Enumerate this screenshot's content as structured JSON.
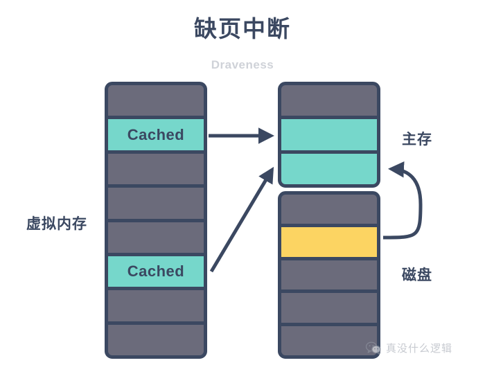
{
  "title": "缺页中断",
  "subtitle": "Draveness",
  "colors": {
    "ink": "#3b4861",
    "gray_block": "#6b6b7b",
    "teal_block": "#76d7cb",
    "yellow_block": "#fcd462",
    "subtitle_gray": "#cfd2d8",
    "background": "#ffffff"
  },
  "columns": {
    "virtual_memory": {
      "label": "虚拟内存",
      "cells": [
        {
          "text": "",
          "kind": "gray"
        },
        {
          "text": "Cached",
          "kind": "teal"
        },
        {
          "text": "",
          "kind": "gray"
        },
        {
          "text": "",
          "kind": "gray"
        },
        {
          "text": "",
          "kind": "gray"
        },
        {
          "text": "Cached",
          "kind": "teal"
        },
        {
          "text": "",
          "kind": "gray"
        },
        {
          "text": "",
          "kind": "gray"
        }
      ]
    },
    "main_memory": {
      "label": "主存",
      "cells": [
        {
          "text": "",
          "kind": "gray"
        },
        {
          "text": "",
          "kind": "teal"
        },
        {
          "text": "",
          "kind": "teal"
        }
      ]
    },
    "disk": {
      "label": "磁盘",
      "cells": [
        {
          "text": "",
          "kind": "gray"
        },
        {
          "text": "",
          "kind": "yellow"
        },
        {
          "text": "",
          "kind": "gray"
        },
        {
          "text": "",
          "kind": "gray"
        },
        {
          "text": "",
          "kind": "gray"
        }
      ]
    }
  },
  "arrows": [
    {
      "name": "cached-to-main-memory-straight",
      "from": "virtual_memory.cell.1",
      "to": "main_memory.cell.1"
    },
    {
      "name": "cached-to-main-memory-diagonal",
      "from": "virtual_memory.cell.5",
      "to": "main_memory.cell.2"
    },
    {
      "name": "disk-to-main-memory-curved",
      "from": "disk.cell.1",
      "to": "main_memory.cell.2"
    }
  ],
  "watermark": {
    "icon": "wechat-icon",
    "text": "真没什么逻辑"
  }
}
